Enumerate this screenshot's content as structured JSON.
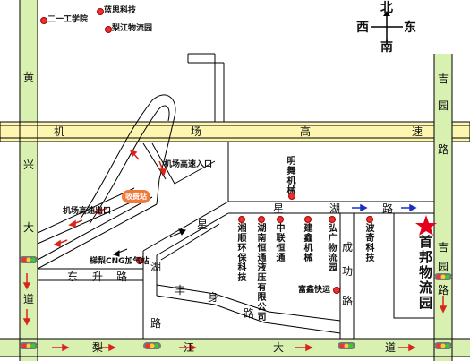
{
  "compass": {
    "north": "北",
    "south": "南",
    "west": "西",
    "east": "东"
  },
  "roads": {
    "airport_expressway": [
      "机",
      "场",
      "高",
      "速"
    ],
    "huangxing_road": [
      "黄",
      "兴",
      "大",
      "道"
    ],
    "lijiang_road": [
      "梨",
      "江",
      "大",
      "道"
    ],
    "dongsheng_road": [
      "东",
      "升",
      "路"
    ],
    "fengshen_road": [
      "丰",
      "身",
      "路"
    ],
    "xinghu_road": [
      "星",
      "湖",
      "路"
    ],
    "xinghu_west": "星",
    "xinghu_lu_left": "湖",
    "xinghu_lu_right": "路",
    "chenggong_road": [
      "成",
      "功",
      "路"
    ],
    "jiyuan_road_top": [
      "吉",
      "园",
      "路"
    ],
    "jiyuan_road_bottom": [
      "吉",
      "园",
      "路"
    ]
  },
  "pois": {
    "school": "二一工学院",
    "lansi": "蓝思科技",
    "liyuan": "梨江物流园",
    "airport_entry": "机场高速入口",
    "airport_exit": "机场高速出口",
    "toll": "收费站",
    "cng": "梯梨CNG加气站",
    "mingwu": "明舞机械",
    "xiangshun": "湘顺环保科技",
    "hunan_hengtong": "湖南恒通液压有限公司",
    "zhonglian": "中联恒通",
    "jianxin": "建鑫机械",
    "hongguang": "弘广物流园",
    "boqi": "波奇科技",
    "fuxin": "富鑫快运",
    "shoubang": "首邦物流园"
  },
  "colors": {
    "expressway": "#fdf6b0",
    "greenbelt": "#d8f0b0",
    "arrow_red": "#d9251d",
    "arrow_blue": "#1a2fc4",
    "star": "#e3001b"
  }
}
